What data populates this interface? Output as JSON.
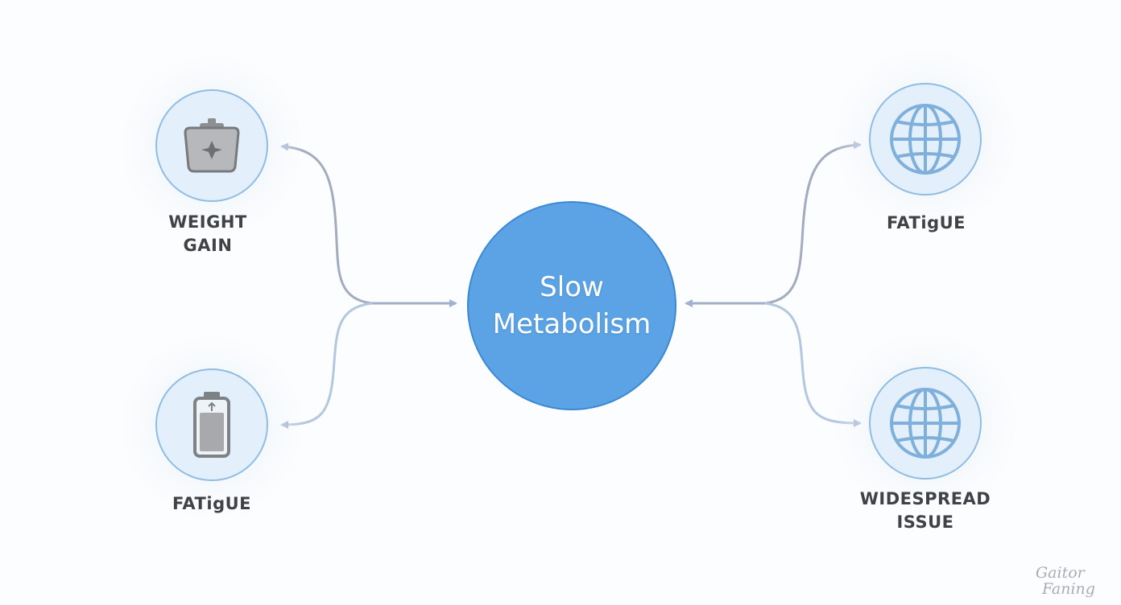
{
  "diagram": {
    "center": {
      "line1": "Slow",
      "line2": "Metabolism"
    },
    "nodes": {
      "top_left": {
        "label": "WEIGHT\nGAIN",
        "icon": "kettlebell-icon"
      },
      "bottom_left": {
        "label": "FATigUE",
        "icon": "battery-icon"
      },
      "top_right": {
        "label": "FATigUE",
        "icon": "globe-icon"
      },
      "bottom_right": {
        "label": "WIDESPREAD\nISSUE",
        "icon": "globe-icon"
      }
    }
  },
  "watermark": {
    "line1": "Gaitor",
    "line2": "Faning"
  },
  "colors": {
    "center_fill": "#5ba3e4",
    "node_fill": "#e3effa",
    "node_border": "#8fbde3",
    "connector": "#a9b7cc",
    "label_text": "#3f4246"
  }
}
